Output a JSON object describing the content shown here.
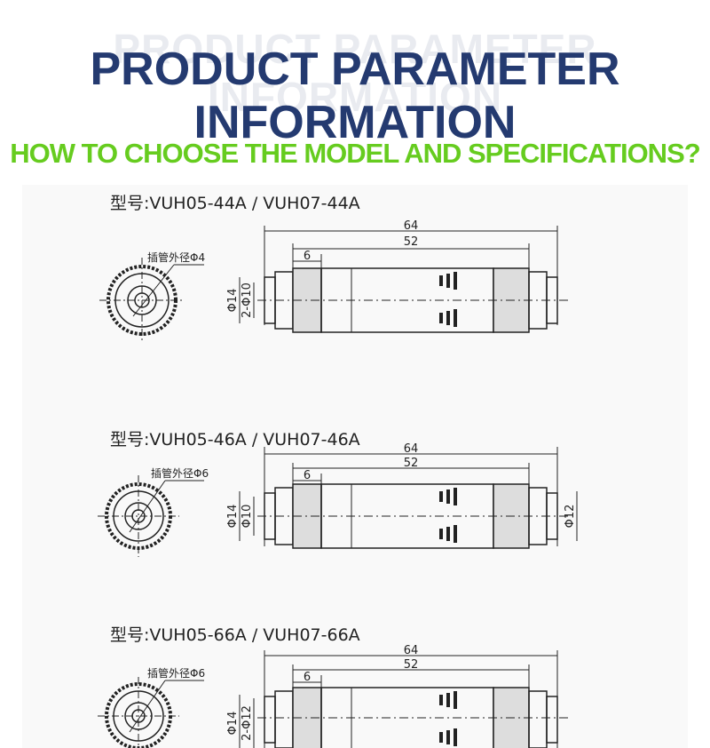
{
  "header": {
    "ghost_text": "PRODUCT PARAMETER INFORMATION",
    "title": "PRODUCT PARAMETER INFORMATION",
    "subtitle": "HOW TO CHOOSE THE MODEL AND SPECIFICATIONS?"
  },
  "diagrams": [
    {
      "model": "型号:VUH05-44A / VUH07-44A",
      "tube_label": "插管外径Φ4",
      "total_length": "64",
      "body_length": "52",
      "nut_width": "6",
      "body_dia": "Φ14",
      "port_dia": "2-Φ10",
      "right_dia": ""
    },
    {
      "model": "型号:VUH05-46A / VUH07-46A",
      "tube_label": "插管外径Φ6",
      "total_length": "64",
      "body_length": "52",
      "nut_width": "6",
      "body_dia": "Φ14",
      "port_dia": "Φ10",
      "right_dia": "Φ12"
    },
    {
      "model": "型号:VUH05-66A / VUH07-66A",
      "tube_label": "插管外径Φ6",
      "total_length": "64",
      "body_length": "52",
      "nut_width": "6",
      "body_dia": "Φ14",
      "port_dia": "2-Φ12",
      "right_dia": ""
    }
  ],
  "colors": {
    "title": "#243a70",
    "subtitle": "#66cc1f",
    "line": "#222222"
  }
}
